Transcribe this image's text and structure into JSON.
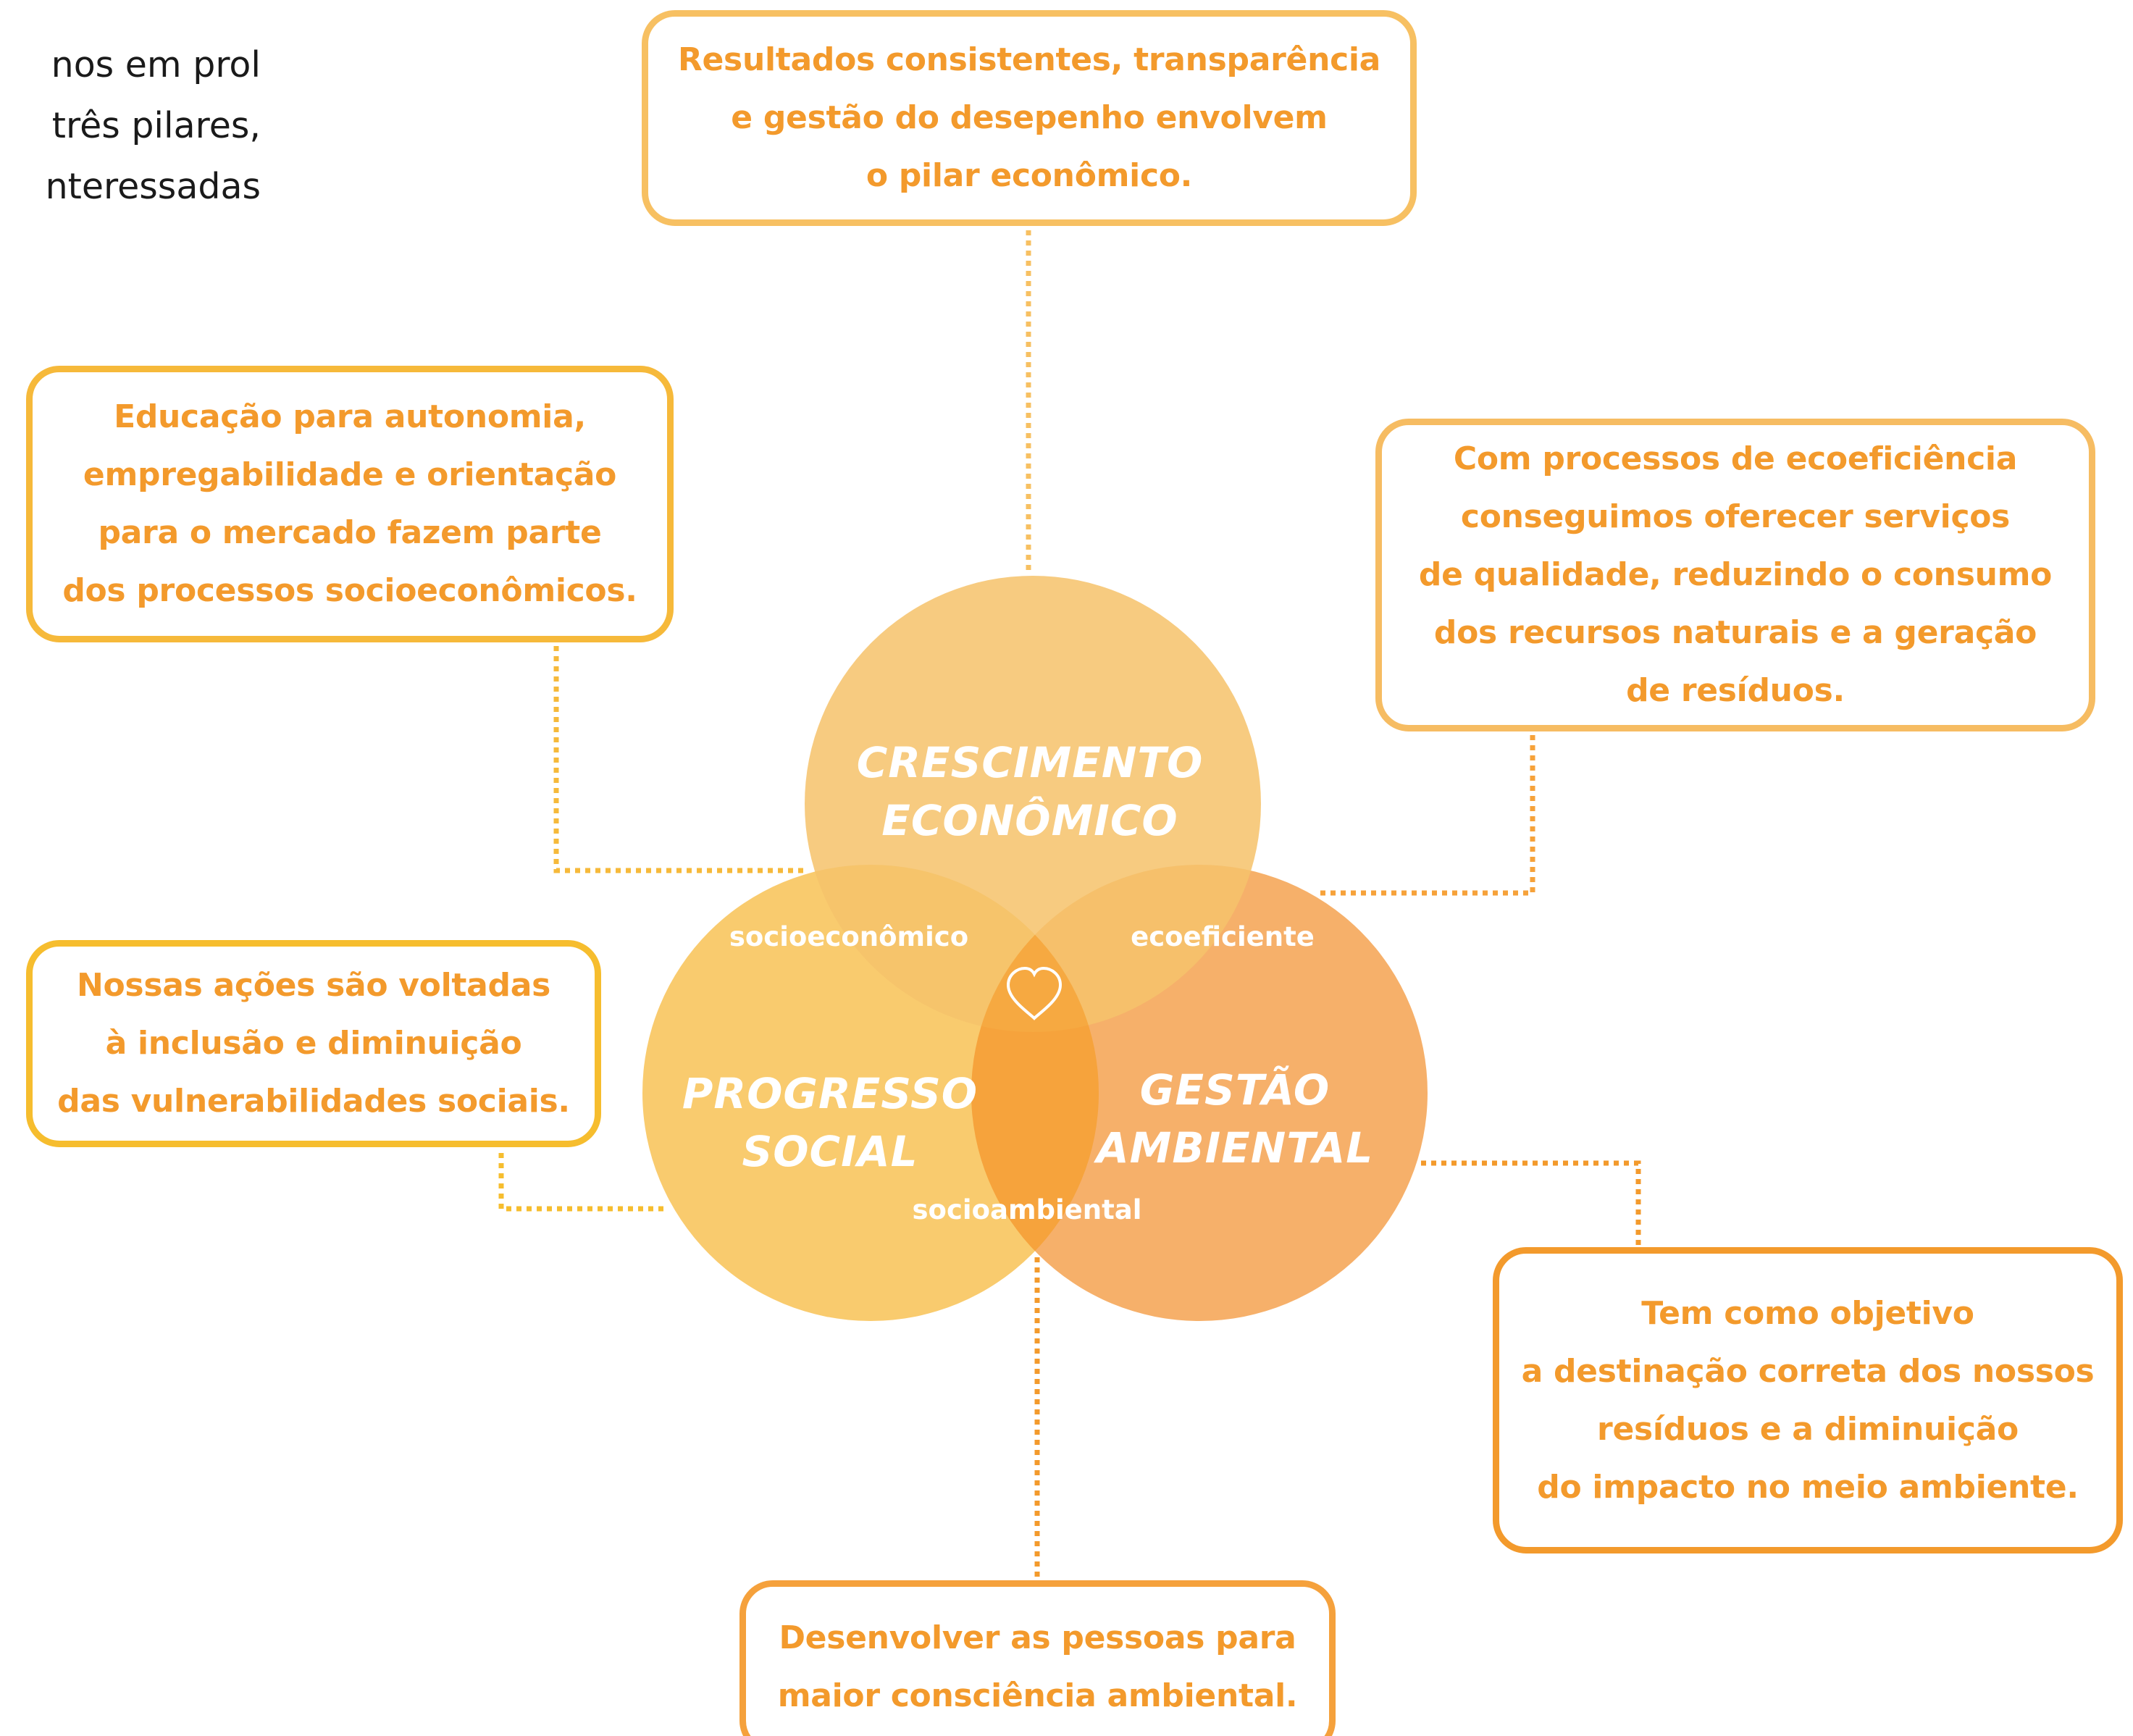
{
  "intro": {
    "lines": [
      "nos em prol",
      "três pilares,",
      "nteressadas"
    ]
  },
  "circles": {
    "top": {
      "line1": "CRESCIMENTO",
      "line2": "ECONÔMICO",
      "color": "#f6c26b"
    },
    "left": {
      "line1": "PROGRESSO",
      "line2": "SOCIAL",
      "color": "#f8c45a"
    },
    "right": {
      "line1": "GESTÃO",
      "line2": "AMBIENTAL",
      "color": "#f5a555"
    },
    "center_overlap_color": "#f7a030"
  },
  "overlaps": {
    "top_left": "socioeconômico",
    "top_right": "ecoeficiente",
    "bottom": "socioambiental"
  },
  "center_icon": "heart-outline-icon",
  "callouts": {
    "economic": {
      "text": "Resultados consistentes, transparência\ne gestão do desepenho envolvem\no pilar econômico.",
      "border_color": "#f7c062",
      "text_color": "#f39a2c"
    },
    "socioeconomic": {
      "text": "Educação para autonomia,\nempregabilidade e orientação\npara o mercado fazem parte\ndos processos socioeconômicos.",
      "border_color": "#f6b93a",
      "text_color": "#f39a2c"
    },
    "ecoefficiency": {
      "text": "Com processos de ecoeficiência\nconseguimos oferecer serviços\nde qualidade, reduzindo o consumo\ndos recursos naturais e a geração\nde resíduos.",
      "border_color": "#f6bc62",
      "text_color": "#f39a2c"
    },
    "social": {
      "text": "Nossas ações são voltadas\nà inclusão e diminuição\ndas vulnerabilidades sociais.",
      "border_color": "#f6bd2e",
      "text_color": "#f39a2c"
    },
    "environmental": {
      "text": "Tem como objetivo\na destinação correta dos nossos\nresíduos e a diminuição\ndo impacto no meio ambiente.",
      "border_color": "#f39a2c",
      "text_color": "#f39a2c"
    },
    "socioenvironmental": {
      "text": "Desenvolver as pessoas para\nmaior consciência ambiental.",
      "border_color": "#f5a13c",
      "text_color": "#f39a2c"
    }
  }
}
